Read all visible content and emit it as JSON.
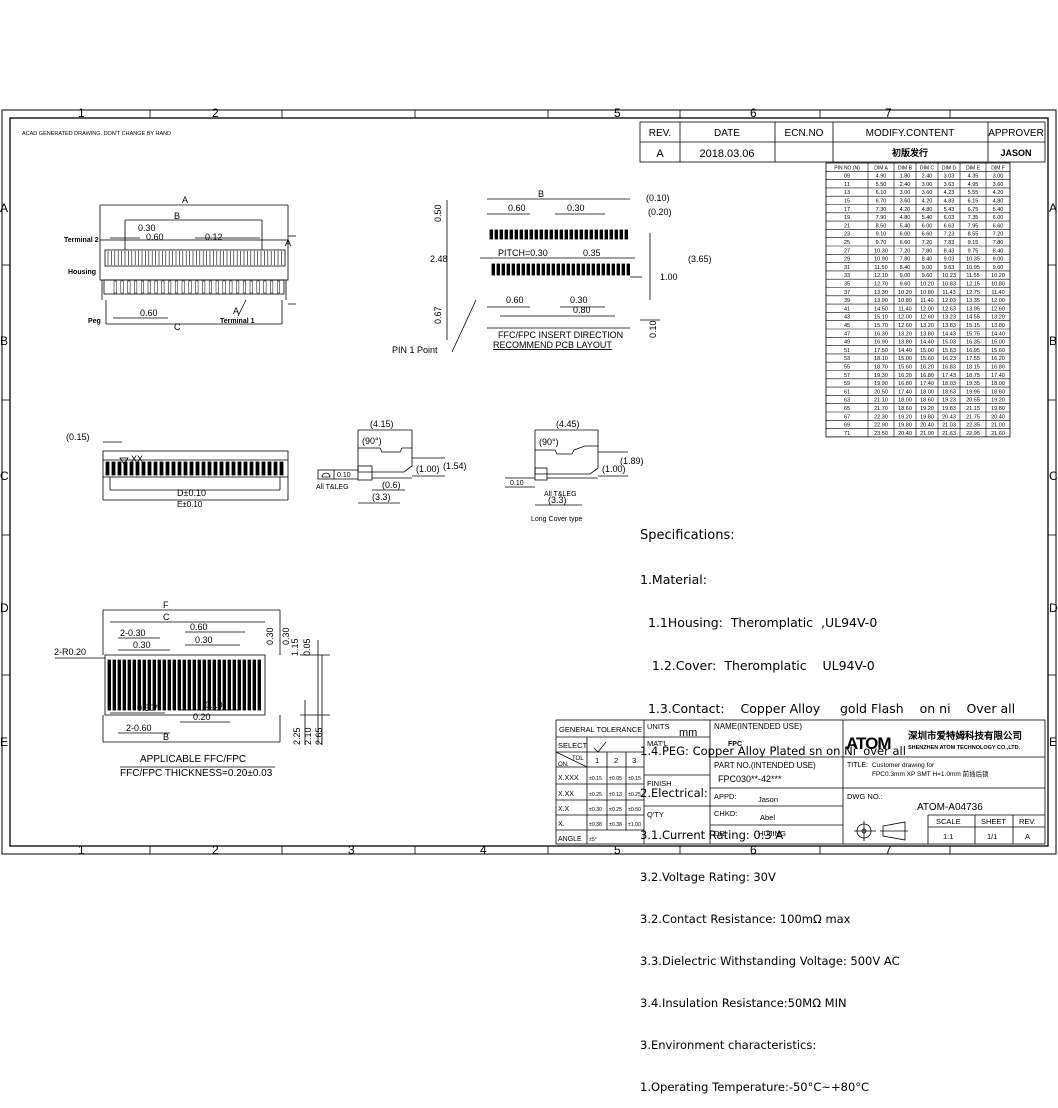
{
  "note": "ACAD GENERATED DRAWING. DON'T CHANGE BY HAND",
  "border": {
    "top_cols": [
      "1",
      "2",
      "5",
      "6",
      "7"
    ],
    "bottom_cols": [
      "1",
      "2",
      "3",
      "4",
      "5",
      "6",
      "7"
    ],
    "rows": [
      "A",
      "B",
      "C",
      "D",
      "E"
    ]
  },
  "revision": {
    "headers": [
      "REV.",
      "DATE",
      "ECN.NO",
      "MODIFY.CONTENT",
      "APPROVER"
    ],
    "row": [
      "A",
      "2018.03.06",
      "",
      "初版发行",
      "JASON"
    ]
  },
  "pin_table": {
    "headers": [
      "PIN NO.(N)",
      "DIM A",
      "DIM B",
      "DIM C",
      "DIM D",
      "DIM E",
      "DIM F"
    ],
    "rows": [
      [
        "09",
        "4.90",
        "1.80",
        "2.40",
        "3.03",
        "4.35",
        "3.00"
      ],
      [
        "11",
        "5.50",
        "2.40",
        "3.00",
        "3.63",
        "4.95",
        "3.60"
      ],
      [
        "13",
        "6.10",
        "3.00",
        "3.60",
        "4.23",
        "5.55",
        "4.20"
      ],
      [
        "15",
        "6.70",
        "3.60",
        "4.20",
        "4.83",
        "6.15",
        "4.80"
      ],
      [
        "17",
        "7.30",
        "4.20",
        "4.80",
        "5.43",
        "6.75",
        "5.40"
      ],
      [
        "19",
        "7.90",
        "4.80",
        "5.40",
        "6.03",
        "7.35",
        "6.00"
      ],
      [
        "21",
        "8.50",
        "5.40",
        "6.00",
        "6.63",
        "7.95",
        "6.60"
      ],
      [
        "23",
        "9.10",
        "6.00",
        "6.60",
        "7.23",
        "8.55",
        "7.20"
      ],
      [
        "25",
        "9.70",
        "6.60",
        "7.20",
        "7.83",
        "9.15",
        "7.80"
      ],
      [
        "27",
        "10.30",
        "7.20",
        "7.80",
        "8.43",
        "9.75",
        "8.40"
      ],
      [
        "29",
        "10.90",
        "7.80",
        "8.40",
        "9.03",
        "10.35",
        "9.00"
      ],
      [
        "31",
        "11.50",
        "8.40",
        "9.00",
        "9.63",
        "10.95",
        "9.60"
      ],
      [
        "33",
        "12.10",
        "9.00",
        "9.60",
        "10.23",
        "11.55",
        "10.20"
      ],
      [
        "35",
        "12.70",
        "9.60",
        "10.20",
        "10.83",
        "12.15",
        "10.80"
      ],
      [
        "37",
        "13.30",
        "10.20",
        "10.80",
        "11.43",
        "12.75",
        "11.40"
      ],
      [
        "39",
        "13.90",
        "10.80",
        "11.40",
        "12.03",
        "13.35",
        "12.00"
      ],
      [
        "41",
        "14.50",
        "11.40",
        "12.00",
        "12.63",
        "13.95",
        "12.60"
      ],
      [
        "43",
        "15.10",
        "12.00",
        "12.60",
        "13.23",
        "14.55",
        "13.20"
      ],
      [
        "45",
        "15.70",
        "12.60",
        "13.20",
        "13.83",
        "15.15",
        "13.80"
      ],
      [
        "47",
        "16.30",
        "13.20",
        "13.80",
        "14.43",
        "15.75",
        "14.40"
      ],
      [
        "49",
        "16.90",
        "13.80",
        "14.40",
        "15.03",
        "16.35",
        "15.00"
      ],
      [
        "51",
        "17.50",
        "14.40",
        "15.00",
        "15.63",
        "16.95",
        "15.60"
      ],
      [
        "53",
        "18.10",
        "15.00",
        "15.60",
        "16.23",
        "17.55",
        "16.20"
      ],
      [
        "55",
        "18.70",
        "15.60",
        "16.20",
        "16.83",
        "18.15",
        "16.80"
      ],
      [
        "57",
        "19.30",
        "16.20",
        "16.80",
        "17.43",
        "18.75",
        "17.40"
      ],
      [
        "59",
        "19.90",
        "16.80",
        "17.40",
        "18.03",
        "19.35",
        "18.00"
      ],
      [
        "61",
        "20.50",
        "17.40",
        "18.00",
        "18.63",
        "19.95",
        "18.60"
      ],
      [
        "63",
        "21.10",
        "18.00",
        "18.60",
        "19.23",
        "20.55",
        "19.20"
      ],
      [
        "65",
        "21.70",
        "18.60",
        "19.20",
        "19.83",
        "21.15",
        "19.80"
      ],
      [
        "67",
        "22.30",
        "19.20",
        "19.80",
        "20.43",
        "21.75",
        "20.40"
      ],
      [
        "69",
        "22.90",
        "19.80",
        "20.40",
        "21.03",
        "22.35",
        "21.00"
      ],
      [
        "71",
        "23.50",
        "20.40",
        "21.00",
        "21.63",
        "22.95",
        "21.60"
      ]
    ]
  },
  "views": {
    "top": {
      "dims": [
        "A",
        "B",
        "0.30",
        "0.60",
        "0.12",
        "0.60",
        "C",
        "A",
        "A"
      ],
      "labels": [
        "Terminal 2",
        "Housing",
        "Peg",
        "Terminal 1"
      ]
    },
    "pcb": {
      "dims": [
        "B",
        "0.60",
        "0.30",
        "(0.10)",
        "(0.20)",
        "0.50",
        "2.48",
        "PITCH=0.30",
        "0.35",
        "1.00",
        "(3.65)",
        "0.60",
        "0.30",
        "0.80",
        "0.67",
        "0.10"
      ],
      "labels": [
        "PIN 1 Point",
        "FFC/FPC INSERT DIRECTION",
        "RECOMMEND PCB LAYOUT"
      ]
    },
    "front": {
      "dims": [
        "(0.15)",
        "XX",
        "D±0.10",
        "E±0.10"
      ]
    },
    "side1": {
      "dims": [
        "(4.15)",
        "(90°)",
        "(1.00)",
        "(1.54)",
        "0.10",
        "(0.6)",
        "(3.3)"
      ],
      "labels": [
        "All T&LEG"
      ]
    },
    "side2": {
      "dims": [
        "(4.45)",
        "(90°)",
        "(1.89)",
        "(1.00)",
        "0.10",
        "(3.3)"
      ],
      "labels": [
        "All T&LEG",
        "Long Cover type"
      ]
    },
    "ffc": {
      "dims": [
        "F",
        "C",
        "0.60",
        "2-0.30",
        "0.30",
        "0.30",
        "2-R0.20",
        "0.30",
        "0.30*",
        "0.10",
        "0.20",
        "2-0.60",
        "B",
        "0.30",
        "1.15",
        "0.05",
        "2.25",
        "2.10",
        "2.65"
      ],
      "labels": [
        "APPLICABLE FFC/FPC",
        "FFC/FPC THICKNESS=0.20±0.03"
      ]
    }
  },
  "specs": [
    "Specifications:",
    "1.Material:",
    "  1.1Housing:  Theromplatic  ,UL94V-0",
    "   1.2.Cover:  Theromplatic    UL94V-0",
    "  1.3.Contact:    Copper Alloy     gold Flash    on ni    Over all",
    "1.4.PEG: Copper Alloy Plated sn on Ni  over all",
    "2.Electrical:",
    "3.1.Current Rating: 0.3 A",
    "3.2.Voltage Rating: 30V",
    "3.2.Contact Resistance: 100mΩ max",
    "3.3.Dielectric Withstanding Voltage: 500V AC",
    "3.4.Insulation Resistance:50MΩ MIN",
    "3.Environment characteristics:",
    "1.Operating Temperature:-50°C~+80°C"
  ],
  "title_block": {
    "tol_header": "GENERAL TOLERANCE",
    "select": "SELECT",
    "tol": "TOL",
    "on": "ON.",
    "cols": [
      "1",
      "2",
      "3"
    ],
    "rows": [
      [
        "X.XXX",
        "±0.15",
        "±0.05",
        "±0.15"
      ],
      [
        "X.XX",
        "±0.25",
        "±0.13",
        "±0.25"
      ],
      [
        "X.X",
        "±0.30",
        "±0.25",
        "±0.50"
      ],
      [
        "X.",
        "±0.38",
        "±0.38",
        "±1.00"
      ],
      [
        "ANGLE",
        "±5°",
        "",
        ""
      ]
    ],
    "units": "UNITS",
    "units_val": "mm",
    "matl": "MAT'L",
    "finish": "FINISH",
    "qty": "Q'TY",
    "name_label": "NAME(INTENDED USE)",
    "name_val": "FPC",
    "part_label": "PART NO.(INTENDED USE)",
    "part_val": "FPC030**-42***",
    "appd_label": "APPD:",
    "appd_val": "Jason",
    "chkd_label": "CHKD:",
    "chkd_val": "Abel",
    "dr_label": "DR:",
    "dr_val": "HUJING",
    "logo": "ATOM",
    "company_cn": "深圳市爱特姆科技有限公司",
    "company_en": "SHENZHEN ATOM TECHNOLOGY CO.,LTD.",
    "title_label": "TITLE:",
    "title_line1": "Customer drawing for",
    "title_line2": "FPC0.3mm XP SMT H=1.0mm 前插后锁",
    "dwg_label": "DWG NO.:",
    "dwg_val": "ATOM-A04736",
    "scale_label": "SCALE",
    "scale_val": "1:1",
    "sheet_label": "SHEET",
    "sheet_val": "1/1",
    "rev_label": "REV.",
    "rev_val": "A"
  }
}
